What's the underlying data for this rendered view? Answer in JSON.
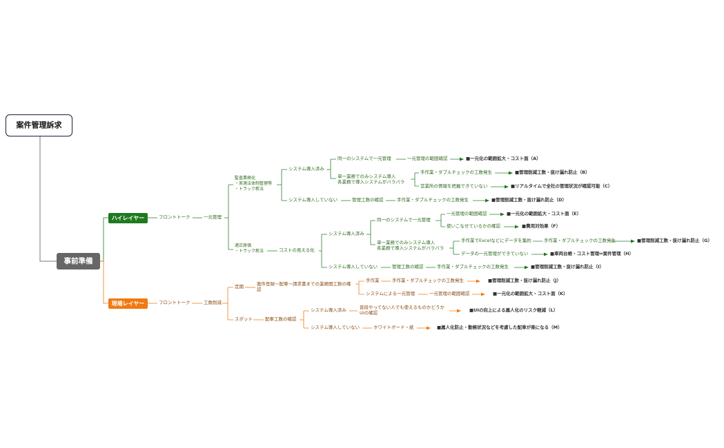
{
  "top_node": "案件管理訴求",
  "root": "事前準備",
  "colors": {
    "high": "#1f7a1f",
    "field": "#ef7a10",
    "root": "#666666",
    "line": "#888888"
  },
  "high": {
    "label": "ハイレイヤー",
    "front": "フロントトーク",
    "unified": "一元管理",
    "b1": "監査業務化\n・実適法体制管理等\n・トラック新法",
    "b1_intro": "システム導入済み",
    "b1_same": "同一のシステムで一元管理",
    "b1_same_check": "一元管理の範囲確認",
    "b1_same_res": "■一元化の範囲拡大・コスト面（A）",
    "b1_dept": "単一業務でのみシステム導入\n各業務で導入システムがバラバラ",
    "b1_dept_a": "手作業・ダブルチェックの工数発生",
    "b1_dept_a_res": "■管理削減工数・抜け漏れ防止（B）",
    "b1_dept_b": "営業所の情報を把握できていない",
    "b1_dept_b_res": "■リアルタイムで全社の管理状況が確認可能（C）",
    "b1_none": "システム導入していない",
    "b1_none_check": "管理工数の確認",
    "b1_none_a": "手作業・ダブルチェックの工数発生",
    "b1_none_res": "■管理削減工数・抜け漏れ防止（D）",
    "b2": "適正原価\n・トラック新法",
    "b2_vis": "コストの見える化",
    "b2_intro": "システム導入済み",
    "b2_same": "同一のシステムで一元管理",
    "b2_same_a": "一元管理の範囲確認",
    "b2_same_a_res": "■一元化の範囲拡大・コスト面（E）",
    "b2_same_b": "使いこなせているかの確認",
    "b2_same_b_res": "■費用対効果（F）",
    "b2_dept": "単一業務でのみシステム導入\n各業務で導入システムがバラバラ",
    "b2_dept_a": "手作業でExcelなどにデータを集約",
    "b2_dept_a2": "手作業・ダブルチェックの工数発生",
    "b2_dept_a_res": "■管理削減工数・抜け漏れ防止（G）",
    "b2_dept_b": "データの一元管理ができていない",
    "b2_dept_b_res": "■車両台帳・コスト管理⇔案件管理（H）",
    "b2_none": "システム導入していない",
    "b2_none_check": "管理工数の確認",
    "b2_none_a": "手作業・ダブルチェックの工数発生",
    "b2_none_res": "■管理削減工数・抜け漏れ防止（I）"
  },
  "field": {
    "label": "現場レイヤー",
    "front": "フロントトーク",
    "effort": "工数削減",
    "regular": "定期",
    "regular_desc": "案件登録～配車～請求書までの業務間工数の確\n認",
    "regular_a": "手作業",
    "regular_a2": "手作業・ダブルチェックの工数発生",
    "regular_a_res": "■管理削減工数・抜け漏れ防止（J）",
    "regular_b": "システムによる一元管理",
    "regular_b2": "一元管理の範囲確認",
    "regular_b_res": "■一元化の範囲拡大・コスト面（K）",
    "spot": "スポット",
    "spot_check": "配車工数の確認",
    "spot_a": "システム導入済み",
    "spot_a2": "普段やってない人でも使えるものかどうか\nUIの確認",
    "spot_a_res": "■UIの向上による属人化のリスク軽減（L）",
    "spot_b": "システム導入していない",
    "spot_b2": "ホワイトボード・紙",
    "spot_b_res": "■属人化防止・勤務状況などを考慮した配車が楽になる（M）"
  }
}
